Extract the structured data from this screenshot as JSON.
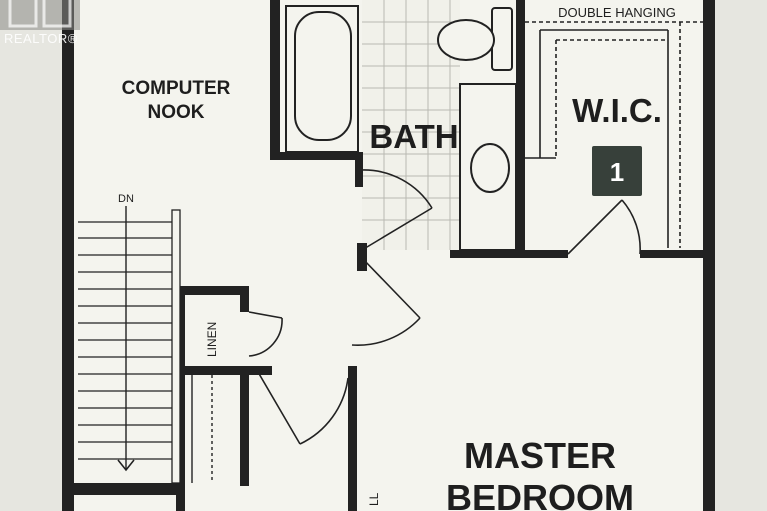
{
  "watermark": {
    "text": "REALTOR",
    "mark": "®"
  },
  "rooms": {
    "computer_nook_line1": "COMPUTER",
    "computer_nook_line2": "NOOK",
    "bath": "BATH",
    "wic": "W.I.C.",
    "wic_number": "1",
    "double_hanging": "DOUBLE HANGING",
    "master_line1": "MASTER",
    "master_line2": "BEDROOM",
    "linen": "LINEN",
    "stairs_dn": "DN",
    "edge_text": "LL"
  },
  "colors": {
    "wall": "#222222",
    "floor": "#f4f4ee",
    "background": "#e6e6e0",
    "tile_line": "#b9b9b2",
    "badge": "#37403a"
  }
}
